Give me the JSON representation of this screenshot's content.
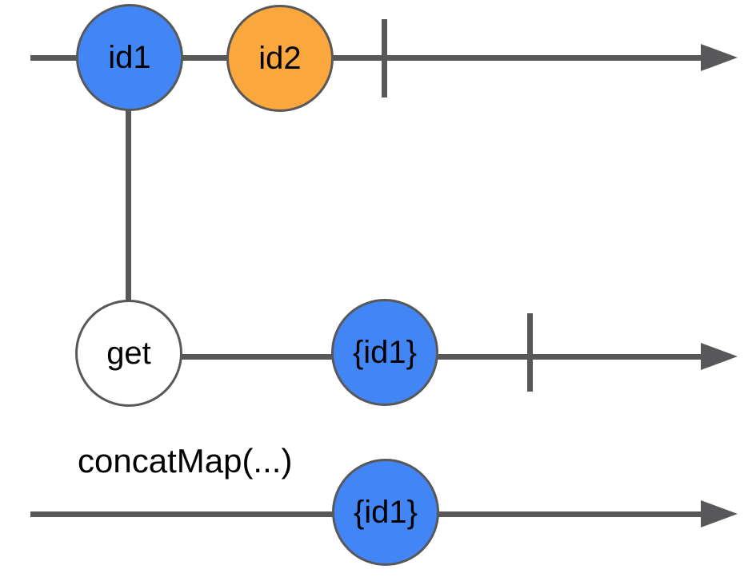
{
  "colors": {
    "marble_blue": "#4286F5",
    "marble_orange": "#FAA73D",
    "marble_white": "#FFFFFF",
    "stroke_gray": "#58585A"
  },
  "operator": {
    "label": "concatMap(...)"
  },
  "streams": {
    "source": {
      "marbles": [
        {
          "label": "id1",
          "color": "#4286F5"
        },
        {
          "label": "id2",
          "color": "#FAA73D"
        }
      ],
      "completed": true
    },
    "inner": {
      "trigger": {
        "label": "get",
        "color": "#FFFFFF"
      },
      "marbles": [
        {
          "label": "{id1}",
          "color": "#4286F5"
        }
      ],
      "completed": true
    },
    "output": {
      "marbles": [
        {
          "label": "{id1}",
          "color": "#4286F5"
        }
      ],
      "completed": false
    }
  }
}
